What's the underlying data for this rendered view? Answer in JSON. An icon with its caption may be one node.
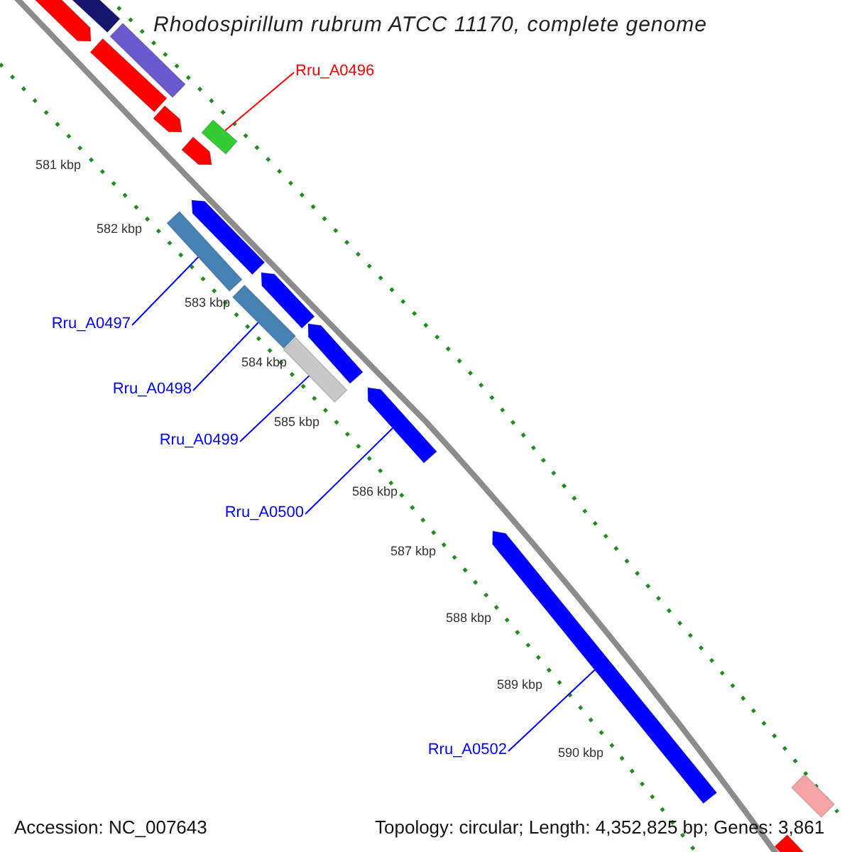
{
  "diagram": {
    "title": "Rhodospirillum rubrum ATCC 11170, complete genome",
    "nodes": [
      {
        "text": [],
        "shape": "bar"
      },
      {
        "text": [],
        "shape": "bar"
      },
      {
        "text": [],
        "shape": "bar"
      },
      {
        "text": [],
        "shape": "bar"
      },
      {
        "text": [
          "Rru_A0496"
        ]
      },
      {
        "text": [],
        "shape": "bar"
      },
      {
        "text": [],
        "shape": "bar"
      },
      {
        "text": [],
        "shape": "bar"
      },
      {
        "text": [],
        "shape": "bar"
      },
      {
        "text": [],
        "shape": "bar"
      },
      {
        "text": [],
        "shape": "bar"
      },
      {
        "text": [
          "Rru_A0497"
        ]
      },
      {
        "text": [],
        "shape": "bar"
      },
      {
        "text": [],
        "shape": "bar"
      },
      {
        "text": [
          "Rru_A0498"
        ]
      },
      {
        "text": [],
        "shape": "bar"
      },
      {
        "text": [],
        "shape": "bar"
      },
      {
        "text": [
          "Rru_A0499"
        ]
      },
      {
        "text": [
          "Rru_A0500"
        ]
      },
      {
        "text": [],
        "shape": "bar"
      },
      {
        "text": [
          "Rru_A0502"
        ]
      },
      {
        "text": [],
        "shape": "bar"
      },
      {
        "text": [],
        "shape": "bar"
      }
    ],
    "edges": [
      {
        "from": 4,
        "to": 6,
        "arrow": "none",
        "color": "#ff0000"
      },
      {
        "from": 11,
        "to": 9,
        "arrow": "none"
      },
      {
        "from": 14,
        "to": 12,
        "arrow": "none"
      },
      {
        "from": 17,
        "to": 15,
        "arrow": "none"
      },
      {
        "from": 18,
        "to": 16,
        "arrow": "none"
      },
      {
        "from": 20,
        "to": 19,
        "arrow": "none"
      }
    ],
    "labels": [
      "581 kbp",
      "582 kbp",
      "583 kbp",
      "584 kbp",
      "585 kbp",
      "586 kbp",
      "587 kbp",
      "588 kbp",
      "589 kbp",
      "590 kbp",
      "Accession: NC_007643",
      "Topology: circular; Length: 4,352,825 bp; Genes: 3,861"
    ]
  }
}
